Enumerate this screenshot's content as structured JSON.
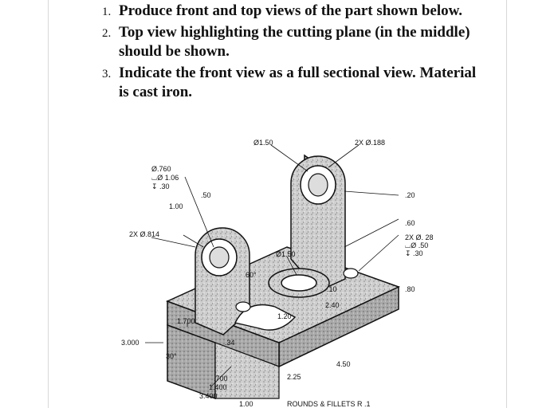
{
  "instructions": [
    {
      "num": "1.",
      "text": "Produce front and top views of the part shown below."
    },
    {
      "num": "2.",
      "text": "Top view highlighting the cutting plane (in the middle) should be shown."
    },
    {
      "num": "3.",
      "text": "Indicate the front view as a full sectional view. Material is cast iron."
    }
  ],
  "drawing": {
    "dims": {
      "d150_top": "Ø1.50",
      "d188": "2X  Ø.188",
      "d760": "Ø.760",
      "d106": "⌴Ø 1.06",
      "depth30": "↧ .30",
      "d50": ".50",
      "d20": ".20",
      "d100": "1.00",
      "d814": "2X  Ø.814",
      "d60": ".60",
      "d28": "2X Ø. 28",
      "d50b": "⌴Ø .50",
      "d30b": "↧ .30",
      "d150_mid": "Ø1.50",
      "d60deg": "60°",
      "d10": ".10",
      "d240": "2.40",
      "d80": ".80",
      "d1700": "1.700",
      "d120": "1.20",
      "d3000": "3.000",
      "d34": ".34",
      "d30deg": "30°",
      "d700": ".700",
      "d1400": "1.400",
      "d3400": "3.400",
      "d225": "2.25",
      "d450": "4.50",
      "d100b": "1.00",
      "rounds": "ROUNDS & FILLETS R .1"
    }
  }
}
